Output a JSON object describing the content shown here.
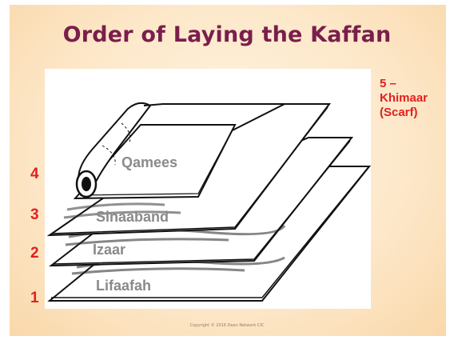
{
  "slide": {
    "title": "Order of Laying the Kaffan",
    "copyright": "Copyright © 2016 Dean Network CIC"
  },
  "layers": [
    {
      "number": "1",
      "label": "Lifaafah"
    },
    {
      "number": "2",
      "label": "Izaar"
    },
    {
      "number": "3",
      "label": "Sinaaband"
    },
    {
      "number": "4",
      "label": "Qamees"
    }
  ],
  "khimaar": {
    "number_line": "5 –",
    "name": "Khimaar",
    "subtitle": "(Scarf)"
  },
  "colors": {
    "title": "#7a1e4c",
    "numbers": "#e0201f",
    "layer_labels": "#8a8a8a",
    "background": "#fde7c8"
  }
}
